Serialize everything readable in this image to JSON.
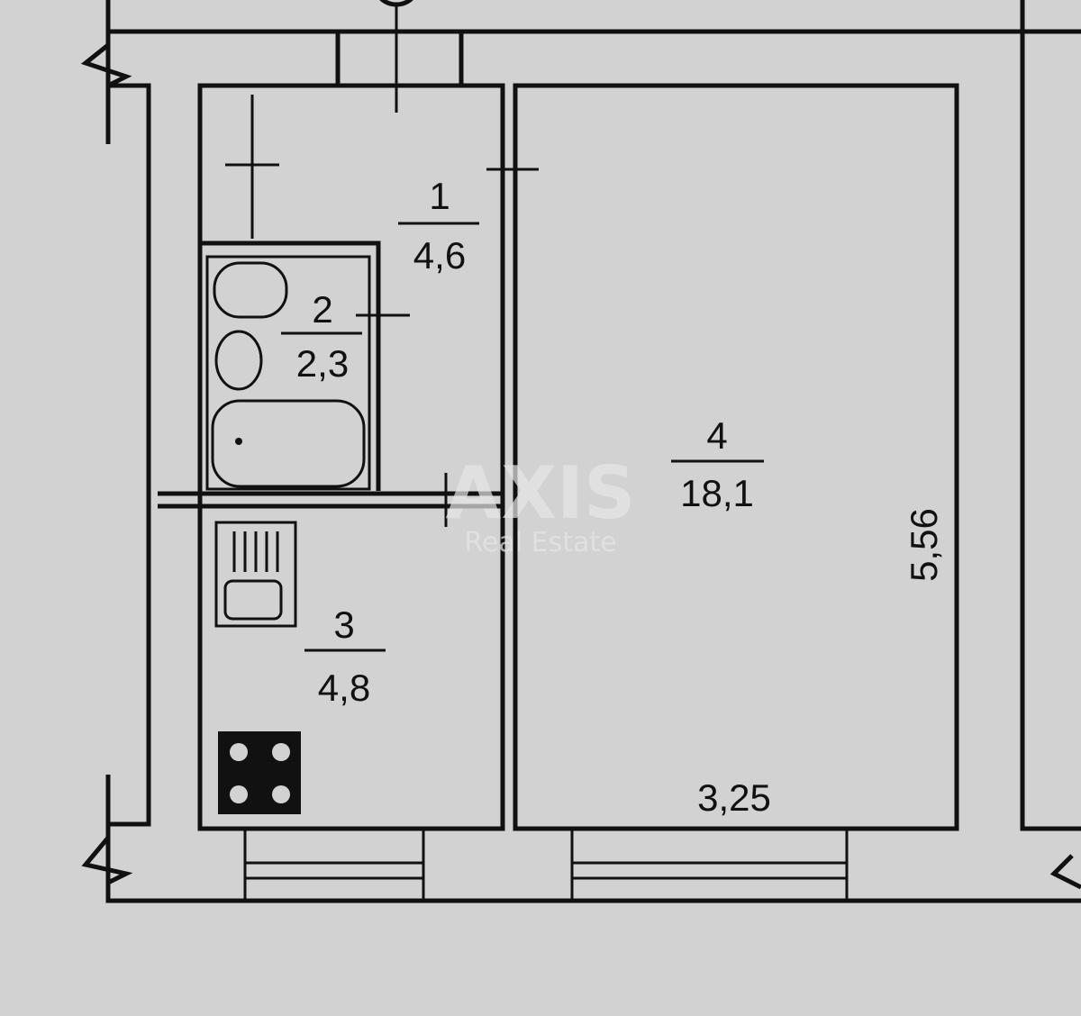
{
  "rooms": [
    {
      "number": "1",
      "area": "4,6"
    },
    {
      "number": "2",
      "area": "2,3"
    },
    {
      "number": "3",
      "area": "4,8"
    },
    {
      "number": "4",
      "area": "18,1"
    }
  ],
  "dimensions": {
    "width": "3,25",
    "length": "5,56"
  },
  "watermark": {
    "brand": "AXIS",
    "subtitle": "Real Estate"
  }
}
